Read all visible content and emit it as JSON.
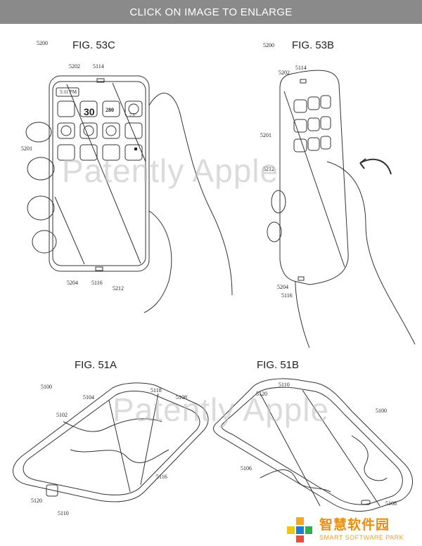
{
  "banner": {
    "label": "CLICK ON IMAGE TO ENLARGE"
  },
  "figures": {
    "fig53c": "FIG. 53C",
    "fig53b": "FIG. 53B",
    "fig51a": "FIG. 51A",
    "fig51b": "FIG. 51B"
  },
  "refs53c": {
    "r5200": "5200",
    "r5202": "5202",
    "r5114": "5114",
    "r5201": "5201",
    "r5204": "5204",
    "r5116": "5116",
    "r5212": "5212"
  },
  "refs53b": {
    "r5200": "5200",
    "r5202": "5202",
    "r5114": "5114",
    "r5201": "5201",
    "r5212": "5212",
    "r5204": "5204",
    "r5116": "5116"
  },
  "refs51a": {
    "r5100": "5100",
    "r5104": "5104",
    "r5118": "5118",
    "r5108": "5108",
    "r5102": "5102",
    "r5116": "5116",
    "r5120": "5120",
    "r5110": "5110"
  },
  "refs51b": {
    "r5110": "5110",
    "r5120": "5120",
    "r5100": "5100",
    "r5106": "5106",
    "r5108": "5108"
  },
  "phone_ui": {
    "time": "5:11 PM",
    "calendar_day": "30",
    "shield": "280",
    "temp": "73°"
  },
  "watermark": {
    "text": "Patently Apple"
  },
  "logo": {
    "cn": "智慧软件园",
    "en": "SMART SOFTWARE PARK"
  }
}
